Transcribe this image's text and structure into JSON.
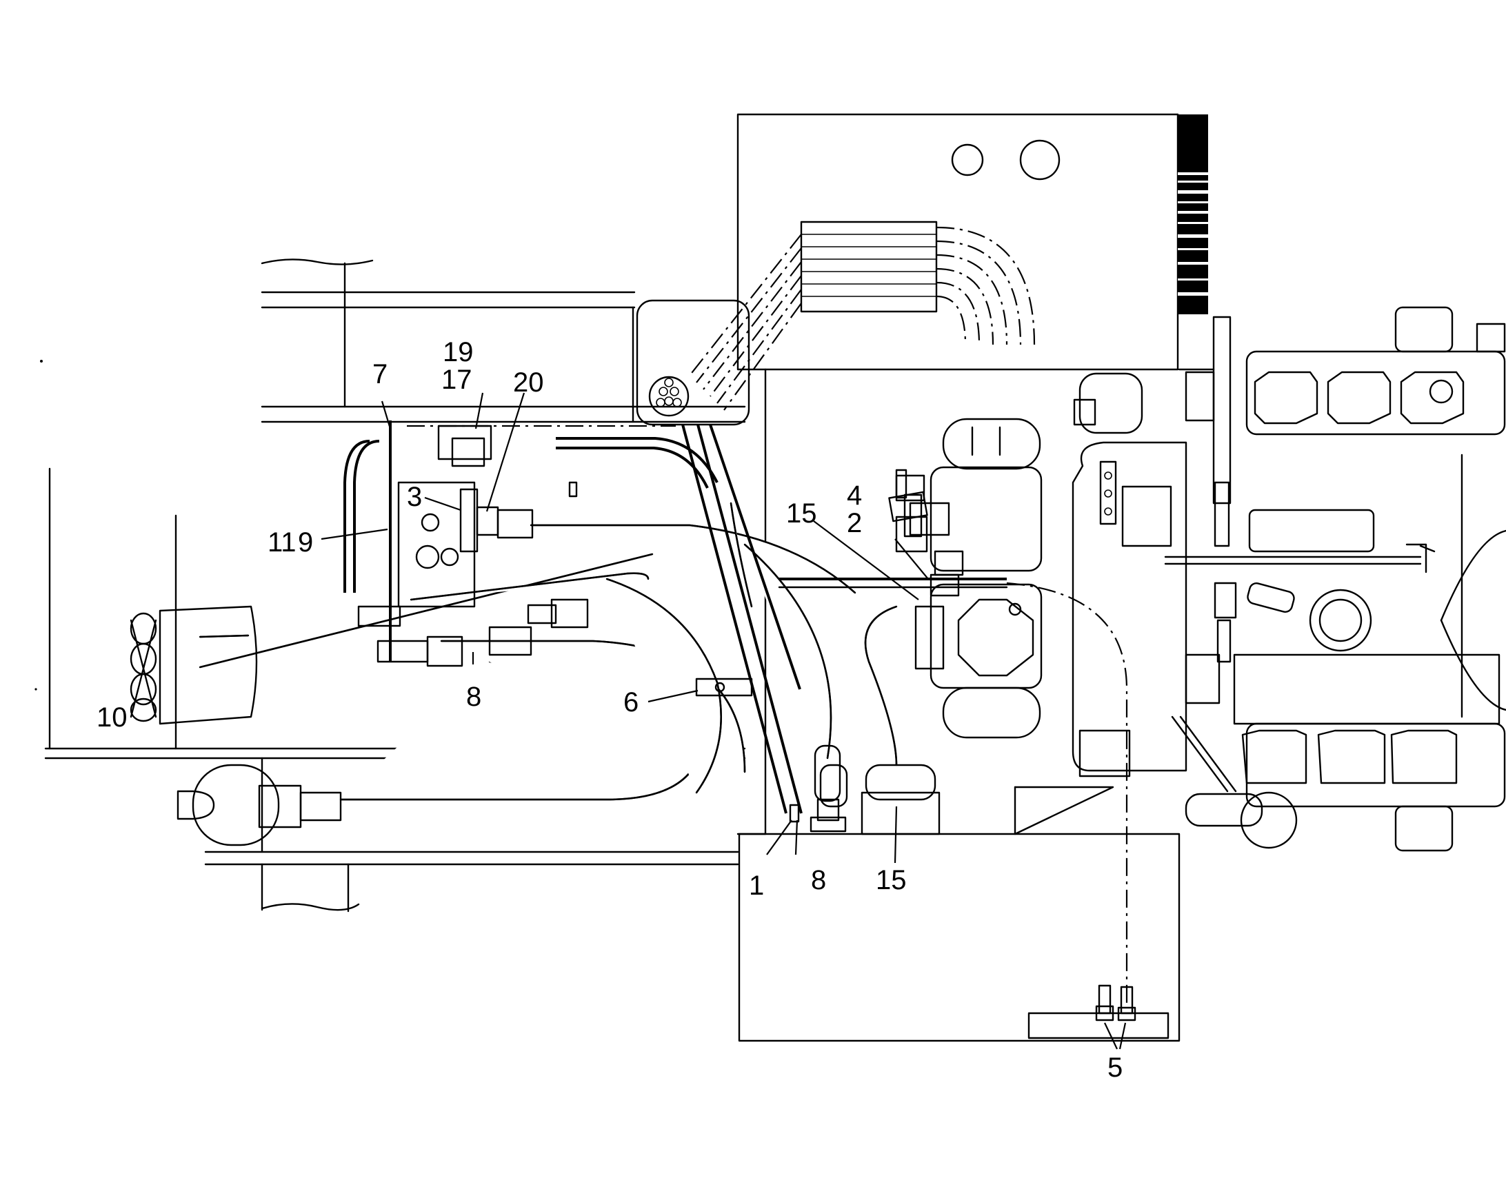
{
  "diagram": {
    "callouts": [
      "1",
      "2",
      "3",
      "4",
      "5",
      "6",
      "7",
      "8",
      "9",
      "10",
      "11",
      "15",
      "17",
      "19",
      "20"
    ]
  },
  "labels": [
    {
      "id": "lbl-19",
      "text": "19"
    },
    {
      "id": "lbl-17",
      "text": "17"
    },
    {
      "id": "lbl-20",
      "text": "20"
    },
    {
      "id": "lbl-7",
      "text": "7"
    },
    {
      "id": "lbl-3",
      "text": "3"
    },
    {
      "id": "lbl-11",
      "text": "11"
    },
    {
      "id": "lbl-9",
      "text": "9"
    },
    {
      "id": "lbl-10",
      "text": "10"
    },
    {
      "id": "lbl-8a",
      "text": "8"
    },
    {
      "id": "lbl-6",
      "text": "6"
    },
    {
      "id": "lbl-15a",
      "text": "15"
    },
    {
      "id": "lbl-4",
      "text": "4"
    },
    {
      "id": "lbl-2",
      "text": "2"
    },
    {
      "id": "lbl-1",
      "text": "1"
    },
    {
      "id": "lbl-8b",
      "text": "8"
    },
    {
      "id": "lbl-15b",
      "text": "15"
    },
    {
      "id": "lbl-5",
      "text": "5"
    }
  ]
}
